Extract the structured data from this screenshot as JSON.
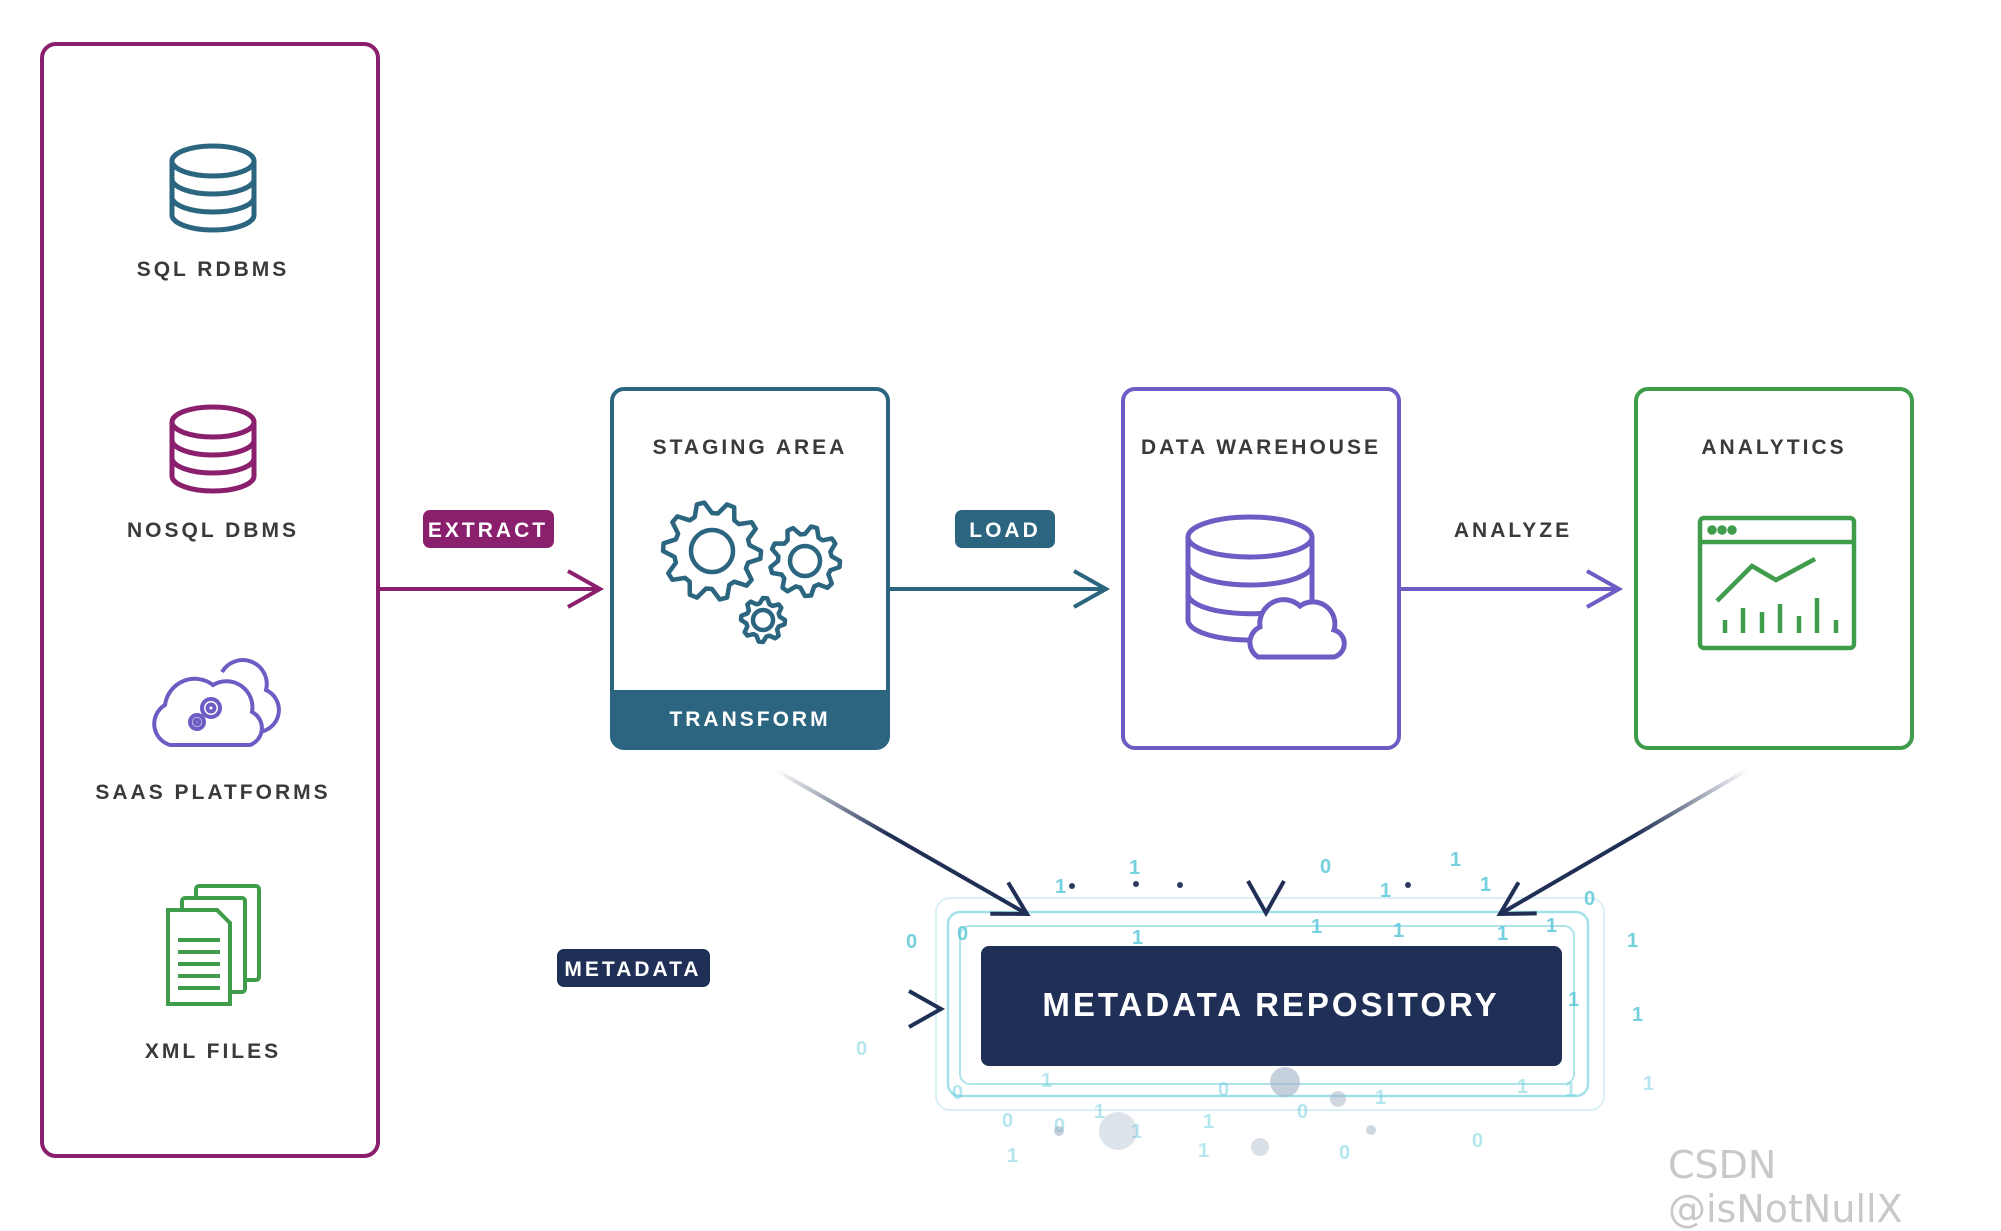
{
  "sources": {
    "sql": "SQL RDBMS",
    "nosql": "NOSQL DBMS",
    "saas": "SAAS PLATFORMS",
    "xml": "XML FILES"
  },
  "flow": {
    "extract": "EXTRACT",
    "load": "LOAD",
    "analyze": "ANALYZE",
    "metadata": "METADATA"
  },
  "stages": {
    "staging": "STAGING AREA",
    "transform": "TRANSFORM",
    "warehouse": "DATA WAREHOUSE",
    "analytics": "ANALYTICS",
    "repository": "METADATA REPOSITORY"
  },
  "binary_digits": [
    "1",
    "1",
    "0",
    "1",
    "1",
    "1",
    "0",
    "0",
    "0",
    "1",
    "1",
    "1",
    "1",
    "1",
    "1",
    "1",
    "1",
    "0",
    "1",
    "0",
    "0",
    "0",
    "1",
    "1",
    "1",
    "0",
    "1",
    "0",
    "1",
    "1",
    "0",
    "0",
    "1",
    "1",
    "1"
  ],
  "watermark": "CSDN @isNotNullX",
  "colors": {
    "purple": "#8a1f6e",
    "teal": "#2b6580",
    "violet": "#6e5cc4",
    "green": "#3f9c4a",
    "navy": "#1f2f55",
    "cyan": "#5cc8d8"
  }
}
